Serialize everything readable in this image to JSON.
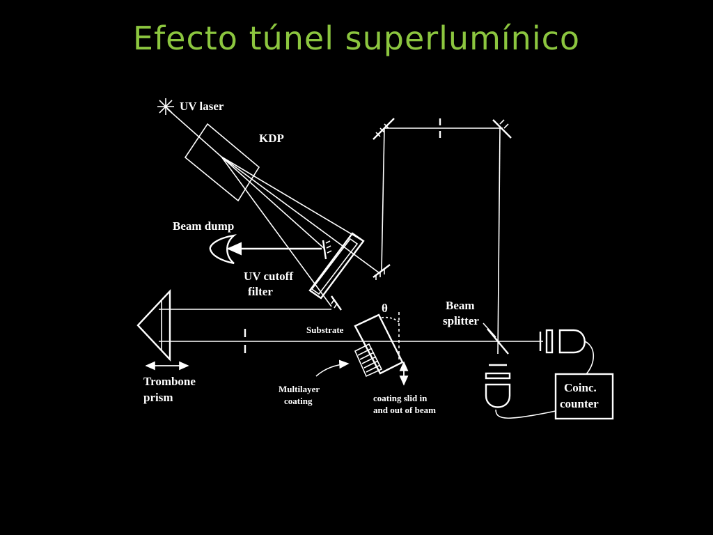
{
  "title": "Efecto túnel superlumínico",
  "labels": {
    "uv_laser": "UV laser",
    "kdp": "KDP",
    "beam_dump": "Beam dump",
    "uv_cutoff_1": "UV cutoff",
    "uv_cutoff_2": "filter",
    "theta": "θ",
    "beam_splitter_1": "Beam",
    "beam_splitter_2": "splitter",
    "substrate": "Substrate",
    "trombone_1": "Trombone",
    "trombone_2": "prism",
    "multilayer_1": "Multilayer",
    "multilayer_2": "coating",
    "coating_slid_1": "coating slid in",
    "coating_slid_2": "and out of beam",
    "coinc_1": "Coinc.",
    "coinc_2": "counter"
  }
}
